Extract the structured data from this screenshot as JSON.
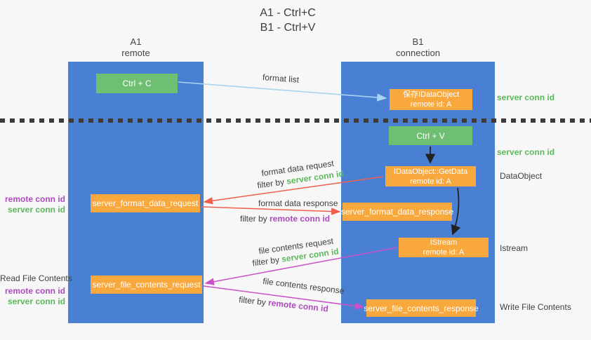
{
  "title": {
    "line1": "A1 - Ctrl+C",
    "line2": "B1 - Ctrl+V"
  },
  "lanes": {
    "left": {
      "name": "A1",
      "subtitle": "remote"
    },
    "right": {
      "name": "B1",
      "subtitle": "connection"
    }
  },
  "nodes": {
    "ctrl_c": {
      "label": "Ctrl + C"
    },
    "save_idataobject": {
      "line1": "保存IDataObject",
      "line2": "remote id: A"
    },
    "ctrl_v": {
      "label": "Ctrl + V"
    },
    "getdata": {
      "line1": "IDataObject::GetData",
      "line2": "remote id: A"
    },
    "format_request": {
      "label": "server_format_data_request"
    },
    "format_response": {
      "label": "server_format_data_response"
    },
    "istream": {
      "line1": "IStream",
      "line2": "remote id: A"
    },
    "file_request": {
      "label": "server_file_contents_request"
    },
    "file_response": {
      "label": "server_file_contents_response"
    }
  },
  "side_labels": {
    "server_conn_id_top": "server conn id",
    "server_conn_id_mid": "server conn id",
    "dataobject": "DataObject",
    "istream": "Istream",
    "write_file_contents": "Write File Contents",
    "read_file_contents": "Read File Contents",
    "remote_conn_id_1": "remote conn id",
    "server_conn_id_1": "server conn id",
    "remote_conn_id_2": "remote conn id",
    "server_conn_id_2": "server conn id"
  },
  "arrow_labels": {
    "format_list": "format list",
    "format_data_request": "format data request",
    "filter_1": {
      "prefix": "filter by ",
      "key": "server conn id"
    },
    "format_data_response": "format data response",
    "filter_2": {
      "prefix": "filter by ",
      "key": "remote conn id"
    },
    "file_contents_request": "file contents request",
    "filter_3": {
      "prefix": "filter by ",
      "key": "server conn id"
    },
    "file_contents_response": "file contents response",
    "filter_4": {
      "prefix": "filter by ",
      "key": "remote conn id"
    }
  },
  "colors": {
    "background": "#f7f7f7",
    "lane_blue": "#4a80d4",
    "node_green": "#6fbf72",
    "node_orange": "#f9a83d",
    "arrow_light_blue": "#a9d3ee",
    "arrow_red": "#f0604d",
    "arrow_magenta": "#ca50c8",
    "arrow_black": "#222222",
    "dotted_line": "#3b3b3b",
    "text_green": "#5cb85c",
    "text_purple": "#ad4bbd",
    "text_dark": "#3f3f3f"
  }
}
